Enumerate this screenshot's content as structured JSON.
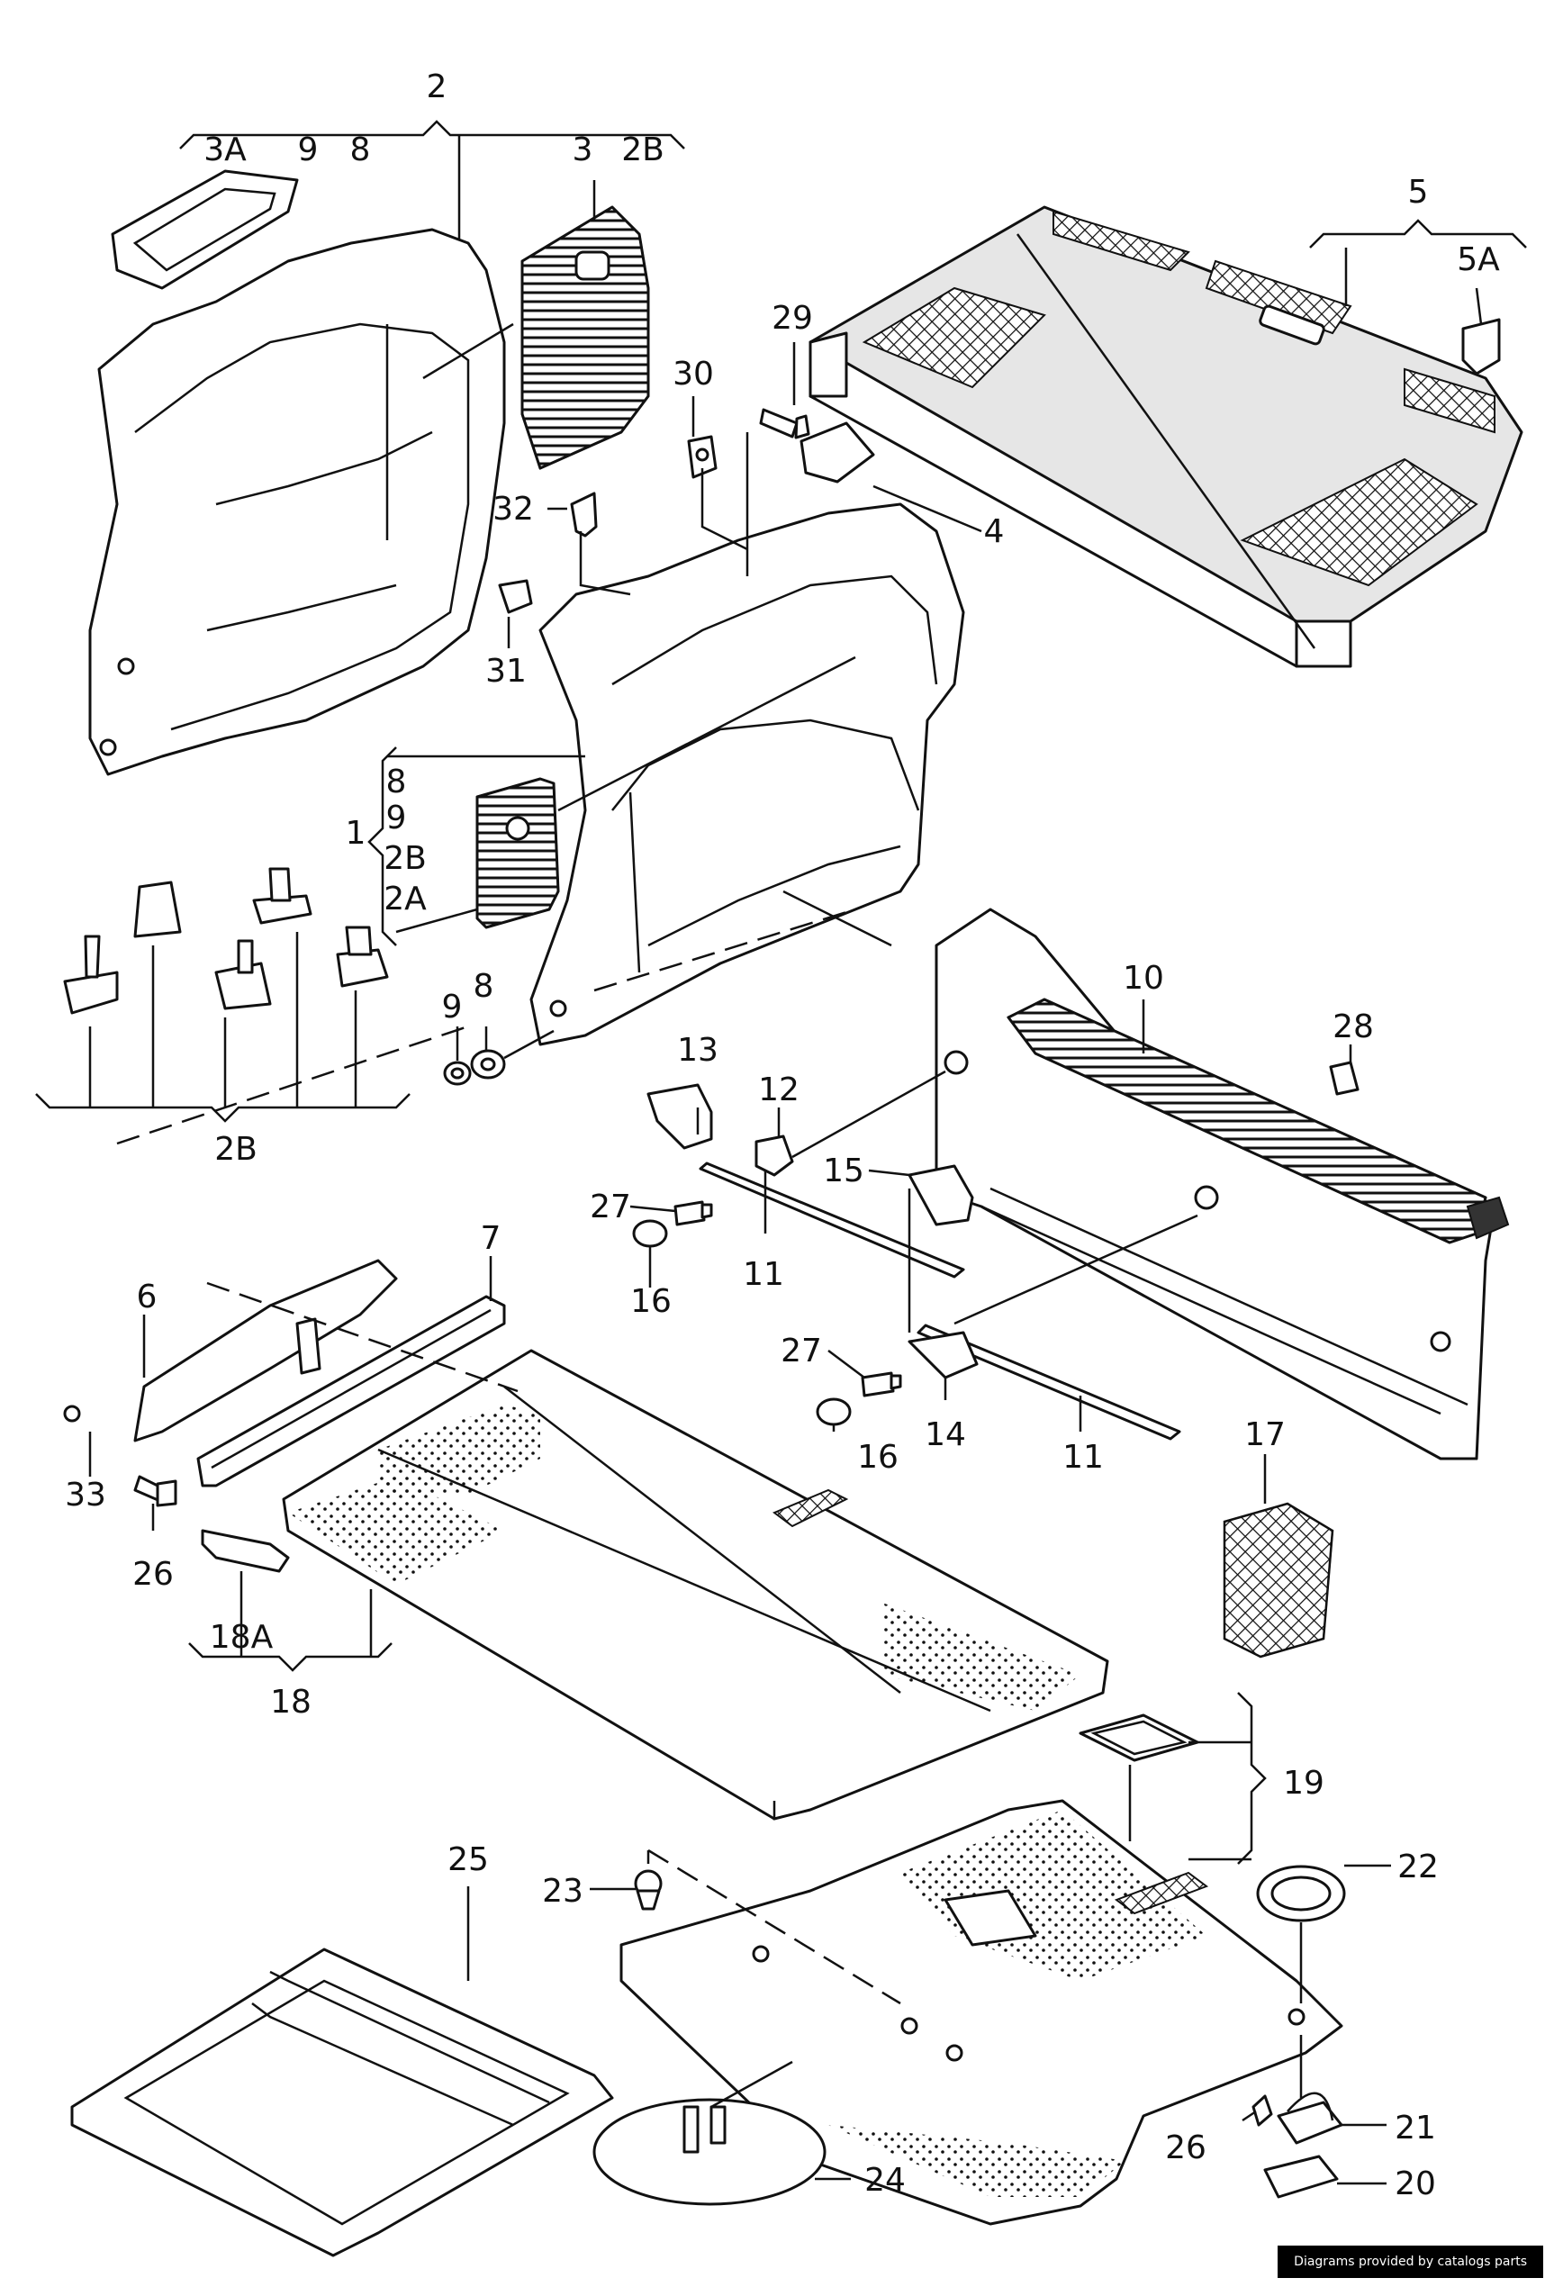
{
  "labels": {
    "l2": "2",
    "l3A": "3A",
    "l9top": "9",
    "l8top": "8",
    "l3": "3",
    "l2Btop": "2B",
    "l5": "5",
    "l5A": "5A",
    "l29": "29",
    "l30": "30",
    "l32": "32",
    "l4": "4",
    "l31": "31",
    "l1": "1",
    "l1_8": "8",
    "l1_9": "9",
    "l1_2B": "2B",
    "l1_2A": "2A",
    "l9b": "9",
    "l8b": "8",
    "l2Bbot": "2B",
    "l10": "10",
    "l28": "28",
    "l13": "13",
    "l12": "12",
    "l27a": "27",
    "l15": "15",
    "l16a": "16",
    "l11a": "11",
    "l7": "7",
    "l6": "6",
    "l27b": "27",
    "l16b": "16",
    "l14": "14",
    "l11b": "11",
    "l17": "17",
    "l33": "33",
    "l26a": "26",
    "l18A": "18A",
    "l18": "18",
    "l19": "19",
    "l25": "25",
    "l23": "23",
    "l22": "22",
    "l21": "21",
    "l26b": "26",
    "l20": "20",
    "l24": "24"
  },
  "credit": "Diagrams provided by catalogs parts"
}
